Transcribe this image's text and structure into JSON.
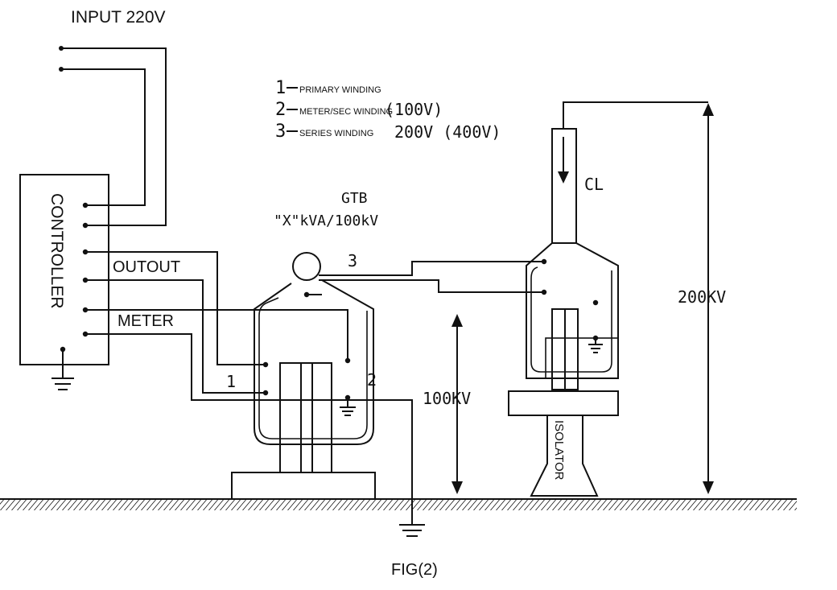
{
  "input_label": "INPUT 220V",
  "controller_label": "CONTROLLER",
  "output_label": "OUTOUT",
  "meter_label": "METER",
  "legend": {
    "item1_num": "1",
    "item1_text": "PRIMARY WINDING",
    "item2_num": "2",
    "item2_text": "METER/SEC WINDING",
    "item2_value": "(100V)",
    "item3_num": "3",
    "item3_text": "SERIES WINDING",
    "item3_value": "200V (400V)"
  },
  "gtb_title": "GTB",
  "gtb_rating": "\"X\"kVA/100kV",
  "winding_1": "1",
  "winding_2": "2",
  "winding_3": "3",
  "voltage_100": "100KV",
  "voltage_200": "200KV",
  "cl_label": "CL",
  "isolator_label": "ISOLATOR",
  "figure_caption": "FIG(2)"
}
